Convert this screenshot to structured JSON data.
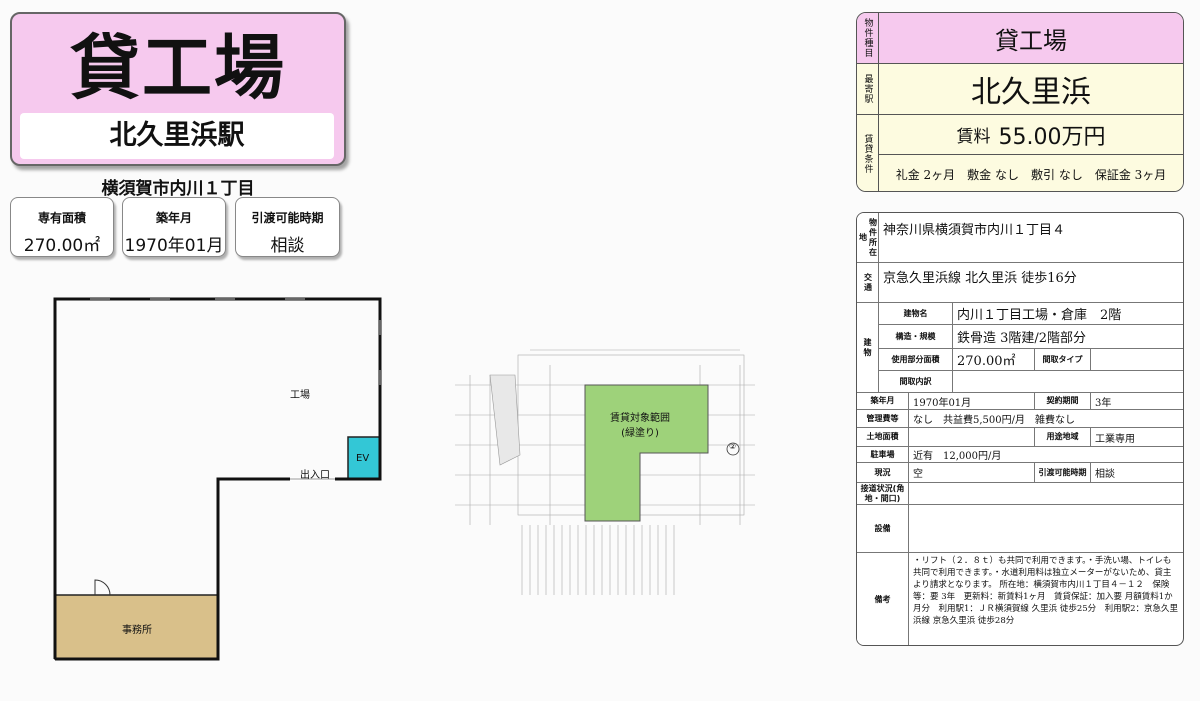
{
  "header": {
    "type_title": "貸工場",
    "station": "北久里浜駅",
    "address_short": "横須賀市内川１丁目"
  },
  "stats": [
    {
      "label": "専有面積",
      "value": "270.00㎡"
    },
    {
      "label": "築年月",
      "value": "1970年01月"
    },
    {
      "label": "引渡可能時期",
      "value": "相談"
    }
  ],
  "floor_plan": {
    "factory": "工場",
    "entrance": "出入口",
    "elevator": "EV",
    "office": "事務所"
  },
  "drawing": {
    "rental_area": "賃貸対象範囲",
    "rental_note": "(緑塗り)",
    "marker": "②"
  },
  "summary": {
    "type_label": "物件種目",
    "type_value": "貸工場",
    "station_label": "最寄駅",
    "station_value": "北久里浜",
    "terms_label": "賃貸条件",
    "rent_label": "賃料",
    "rent_value": "55.00万円",
    "conditions": "礼金 2ヶ月　敷金 なし　敷引 なし　保証金 3ヶ月"
  },
  "detail": {
    "location_label": "物件所在地",
    "location_value": "神奈川県横須賀市内川１丁目４",
    "transport_label": "交通",
    "transport_value": "京急久里浜線 北久里浜 徒歩16分",
    "building_label": "建物",
    "building_name_label": "建物名",
    "building_name_value": "内川１丁目工場・倉庫　2階",
    "structure_label": "構造・規模",
    "structure_value": "鉄骨造 3階建/2階部分",
    "area_label": "使用部分面積",
    "area_value": "270.00㎡",
    "layout_type_label": "間取タイプ",
    "layout_type_value": "",
    "layout_label": "間取内訳",
    "layout_value": "",
    "built_label": "築年月",
    "built_value": "1970年01月",
    "contract_label": "契約期間",
    "contract_value": "3年",
    "management_label": "管理費等",
    "management_value": "なし　共益費5,500円/月　雑費なし",
    "land_area_label": "土地面積",
    "land_area_value": "",
    "zoning_label": "用途地域",
    "zoning_value": "工業専用",
    "parking_label": "駐車場",
    "parking_value": "近有　12,000円/月",
    "current_label": "現況",
    "current_value": "空",
    "handover_label": "引渡可能時期",
    "handover_value": "相談",
    "road_label": "接道状況(角地・間口)",
    "road_value": "",
    "facilities_label": "設備",
    "facilities_value": "",
    "remarks_label": "備考",
    "remarks_value": "・リフト（２．８ｔ）も共同で利用できます。・手洗い場、トイレも共同で利用できます。・水道利用料は独立メーターがないため、貸主より請求となります。 所在地：横須賀市内川１丁目４－１２　保険等：要 3年　更新料：新賃料1ヶ月　賃貸保証：加入要 月額賃料1か月分　利用駅1：ＪＲ横須賀線 久里浜 徒歩25分　利用駅2：京急久里浜線 京急久里浜 徒歩28分"
  }
}
